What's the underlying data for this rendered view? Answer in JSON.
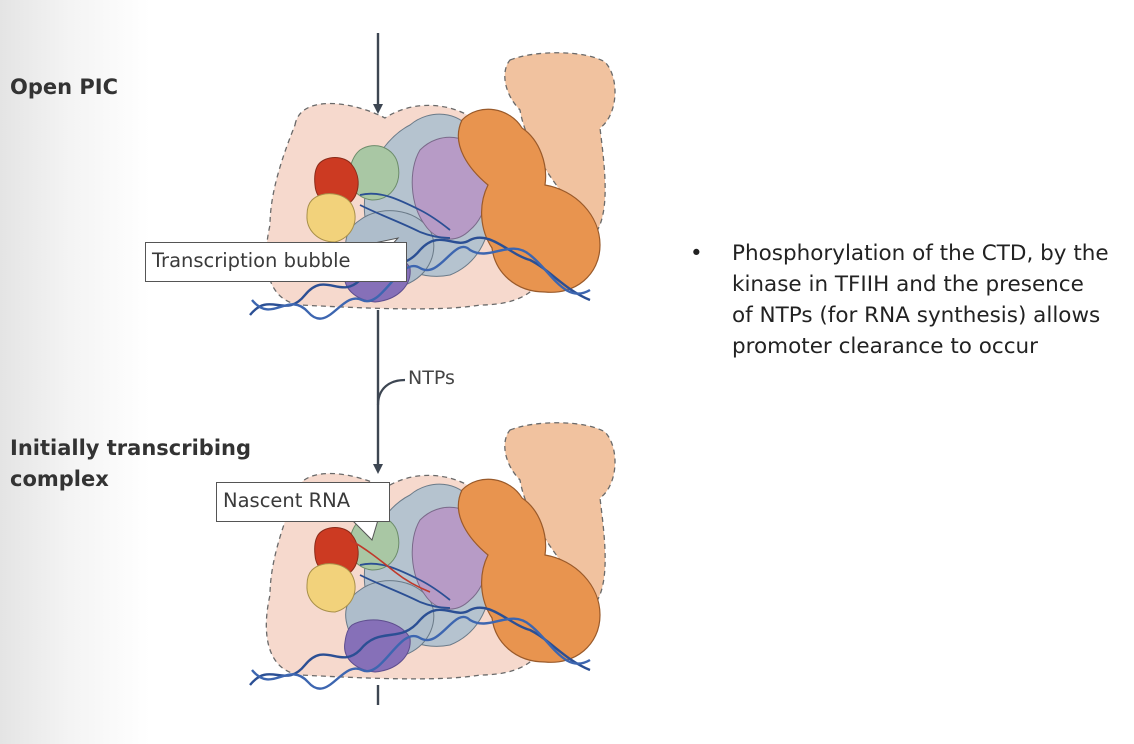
{
  "stages": {
    "open_pic": "Open PIC",
    "initially_transcribing": "Initially transcribing complex"
  },
  "callouts": {
    "transcription_bubble": "Transcription bubble",
    "nascent_rna": "Nascent RNA"
  },
  "arrow_label": "NTPs",
  "bullets": [
    "Phosphorylation of the CTD, by the kinase in TFIIH and the presence of NTPs (for RNA synthesis) allows promoter clearance to occur"
  ],
  "colors": {
    "envelope": "#f6d9cd",
    "tfiih_outline": "#f1c29f",
    "mediator": "#e8944f",
    "pol_ii": "#b5c3cf",
    "purple_subunit": "#b79bc6",
    "dark_purple": "#8670b8",
    "red_subunit": "#cc3a22",
    "yellow_subunit": "#f2d27b",
    "dna": "#2b4f94"
  }
}
